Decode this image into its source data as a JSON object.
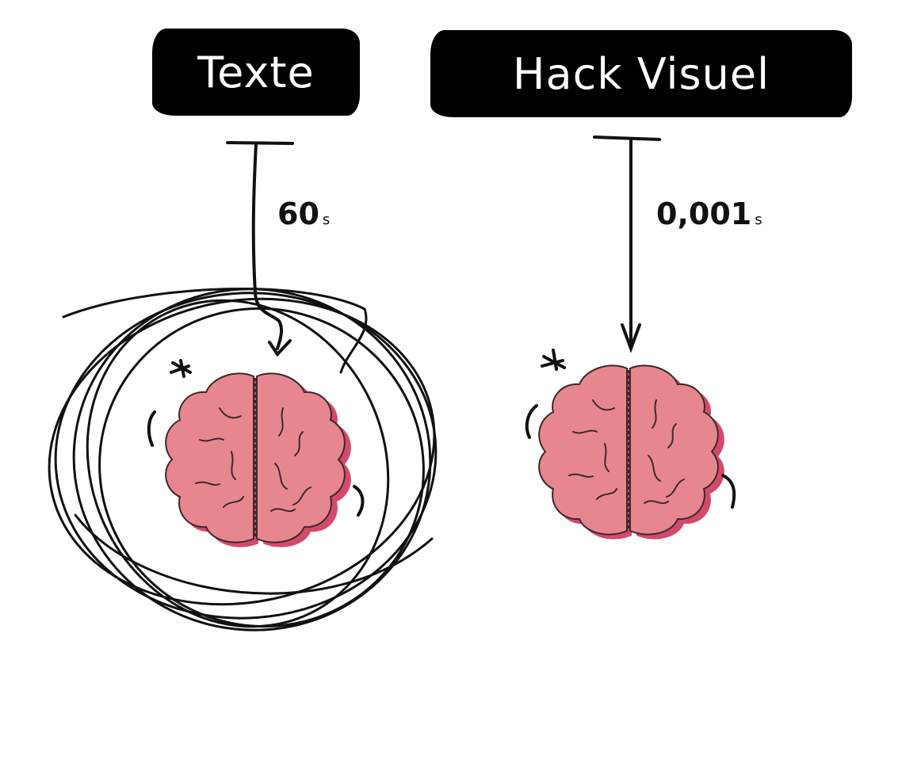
{
  "left": {
    "label": "Texte",
    "time_value": "60",
    "time_unit": "s"
  },
  "right": {
    "label": "Hack Visuel",
    "time_value": "0,001",
    "time_unit": "s"
  },
  "colors": {
    "pill": "#000000",
    "brain": "#e8868f",
    "brain_shadow": "#d44a6a",
    "ink": "#111111"
  }
}
